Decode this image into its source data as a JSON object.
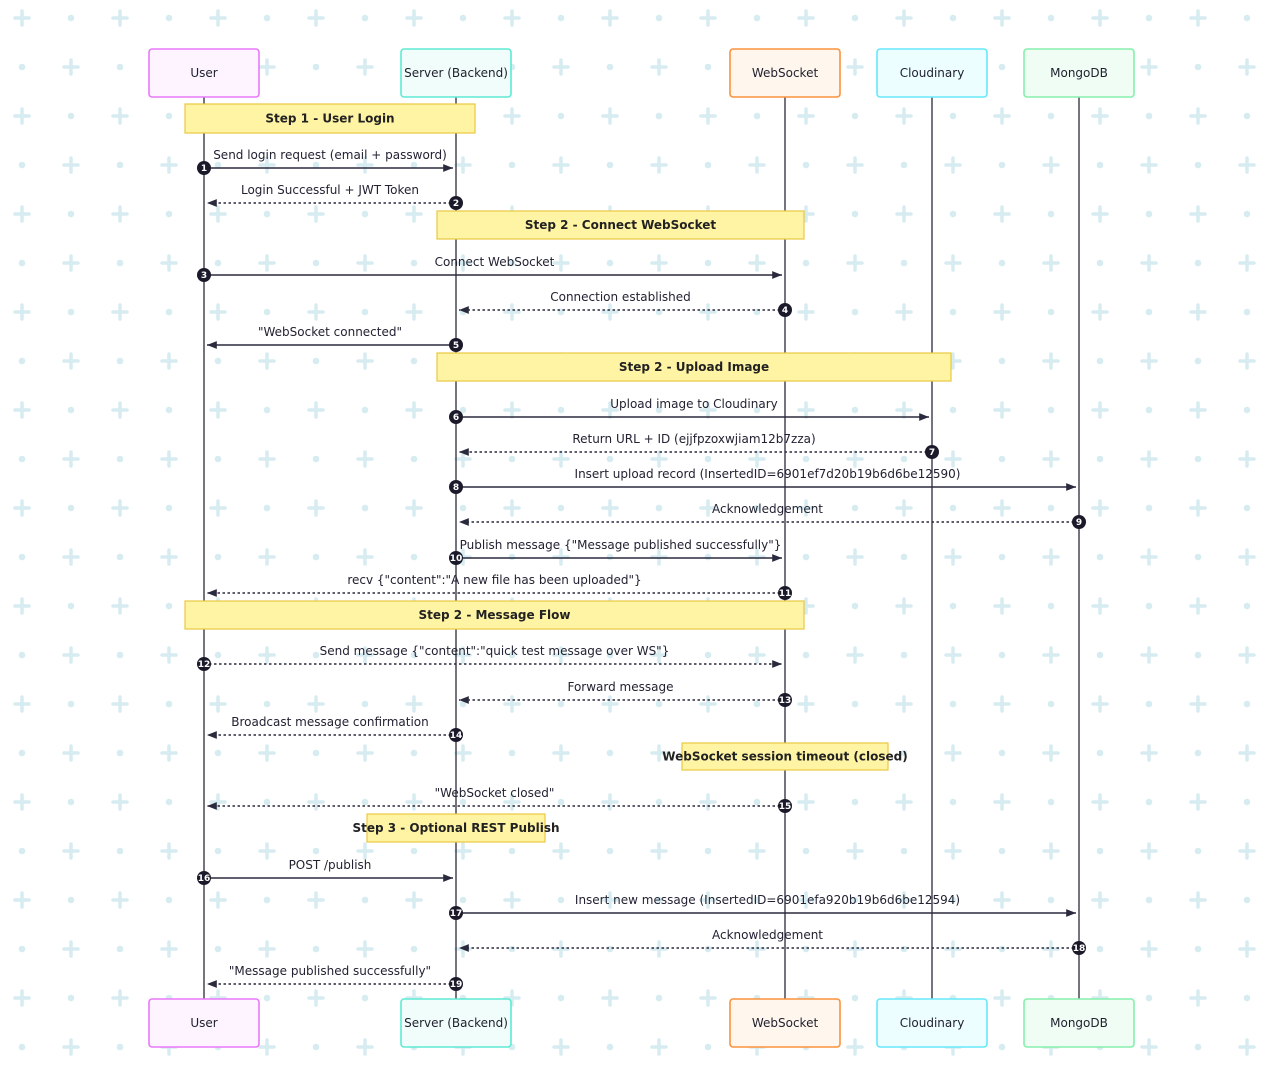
{
  "actors": [
    {
      "id": "user",
      "label": "User",
      "stroke": "#e879f9",
      "fill": "#fdf4ff"
    },
    {
      "id": "server",
      "label": "Server (Backend)",
      "stroke": "#5eead4",
      "fill": "#f0fdfa"
    },
    {
      "id": "ws",
      "label": "WebSocket",
      "stroke": "#fb923c",
      "fill": "#fff7ed"
    },
    {
      "id": "cloud",
      "label": "Cloudinary",
      "stroke": "#67e8f9",
      "fill": "#ecfeff"
    },
    {
      "id": "mongo",
      "label": "MongoDB",
      "stroke": "#86efac",
      "fill": "#f0fdf4"
    }
  ],
  "notes": [
    {
      "id": "step-1-user-login",
      "label": "Step 1 - User Login",
      "from": "user",
      "to": "server"
    },
    {
      "id": "step-2-connect-websocket",
      "label": "Step 2 - Connect WebSocket",
      "from": "server",
      "to": "ws"
    },
    {
      "id": "step-2-upload-image",
      "label": "Step 2 - Upload Image",
      "from": "server",
      "to": "cloud"
    },
    {
      "id": "step-2-message-flow",
      "label": "Step 2 - Message Flow",
      "from": "user",
      "to": "ws"
    },
    {
      "id": "websocket-session-timeout",
      "label": "WebSocket session timeout (closed)",
      "from": "ws",
      "to": "ws"
    },
    {
      "id": "step-3-optional-rest-publish",
      "label": "Step 3 - Optional REST Publish",
      "from": "server",
      "to": "server"
    }
  ],
  "messages": [
    {
      "num": "1",
      "from": "user",
      "to": "server",
      "label": "Send login request (email + password)",
      "dashed": false
    },
    {
      "num": "2",
      "from": "server",
      "to": "user",
      "label": "Login Successful + JWT Token",
      "dashed": true
    },
    {
      "num": "3",
      "from": "user",
      "to": "ws",
      "label": "Connect WebSocket",
      "dashed": false
    },
    {
      "num": "4",
      "from": "ws",
      "to": "server",
      "label": "Connection established",
      "dashed": true
    },
    {
      "num": "5",
      "from": "server",
      "to": "user",
      "label": "\"WebSocket connected\"",
      "dashed": false
    },
    {
      "num": "6",
      "from": "server",
      "to": "cloud",
      "label": "Upload image to Cloudinary",
      "dashed": false
    },
    {
      "num": "7",
      "from": "cloud",
      "to": "server",
      "label": "Return URL + ID (ejjfpzoxwjiam12b7zza)",
      "dashed": true
    },
    {
      "num": "8",
      "from": "server",
      "to": "mongo",
      "label": "Insert upload record (InsertedID=6901ef7d20b19b6d6be12590)",
      "dashed": false
    },
    {
      "num": "9",
      "from": "mongo",
      "to": "server",
      "label": "Acknowledgement",
      "dashed": true
    },
    {
      "num": "10",
      "from": "server",
      "to": "ws",
      "label": "Publish message {\"Message published successfully\"}",
      "dashed": false
    },
    {
      "num": "11",
      "from": "ws",
      "to": "user",
      "label": "recv {\"content\":\"A new file has been uploaded\"}",
      "dashed": true
    },
    {
      "num": "12",
      "from": "user",
      "to": "ws",
      "label": "Send message {\"content\":\"quick test message over WS\"}",
      "dashed": true
    },
    {
      "num": "13",
      "from": "ws",
      "to": "server",
      "label": "Forward message",
      "dashed": true
    },
    {
      "num": "14",
      "from": "server",
      "to": "user",
      "label": "Broadcast message confirmation",
      "dashed": true
    },
    {
      "num": "15",
      "from": "ws",
      "to": "user",
      "label": "\"WebSocket closed\"",
      "dashed": true
    },
    {
      "num": "16",
      "from": "user",
      "to": "server",
      "label": "POST /publish",
      "dashed": false
    },
    {
      "num": "17",
      "from": "server",
      "to": "mongo",
      "label": "Insert new message (InsertedID=6901efa920b19b6d6be12594)",
      "dashed": false
    },
    {
      "num": "18",
      "from": "mongo",
      "to": "server",
      "label": "Acknowledgement",
      "dashed": true
    },
    {
      "num": "19",
      "from": "server",
      "to": "user",
      "label": "\"Message published successfully\"",
      "dashed": true
    }
  ],
  "colors": {
    "line": "#2a2a3e",
    "lifeline": "#3a3a4a",
    "note_fill": "#fff4a3",
    "note_stroke": "#e8c940",
    "badge": "#1a1a2a",
    "bg_dot": "#d6ecf0"
  }
}
